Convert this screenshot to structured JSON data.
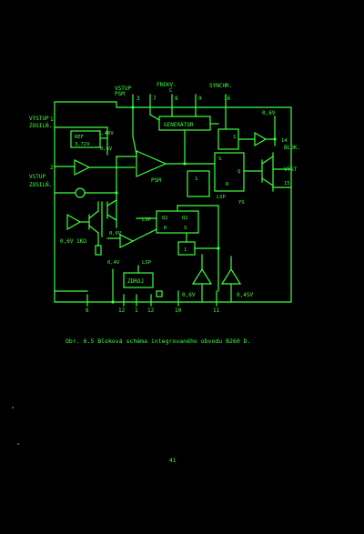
{
  "labels": {
    "vstup_psm": "VSTUP",
    "vstup_psm2": "PSM",
    "frekv": "FREKV.",
    "frekv_c": "C",
    "synchr": "SYNCHR.",
    "vystup_zos": "VÝSTUP",
    "vystup_zos2": "ZOSILŇ.",
    "vstup_zos": "VSTUP",
    "vstup_zos2": "ZOSILŇ.",
    "generator": "GENERÁTOR",
    "ref": "REF",
    "ref_val": "3,72V",
    "v148": "1,48V",
    "v06_top": "0,6V",
    "v06_right": "0,6V",
    "psm": "PSM",
    "blok": "BLOK.",
    "vyst": "VÝST",
    "v06_1kd": "0,6V 1KΩ",
    "v06_mid": "0,6V",
    "v04": "0,4V",
    "lsp1": "LSP",
    "lsp2": "LSP",
    "lsp3": "LSP",
    "q1": "Q1",
    "q2": "Q2",
    "r1": "R",
    "r2": "R",
    "s1": "S",
    "s2": "S",
    "q_ff": "Q",
    "zdroj": "ZDROJ",
    "v06_bot": "0,6V",
    "v045_bot": "0,45V",
    "ys": "YS",
    "one_a": "1",
    "one_b": "1",
    "one_c": "1",
    "pin3": "3",
    "pin7": "7",
    "pin8_top": "8",
    "pin9": "9",
    "pin16": "16",
    "pin1_left": "1",
    "pin2_left": "2",
    "pin14": "14",
    "pin15": "15",
    "pin6": "6",
    "pin12": "12",
    "pin1_bot": "1",
    "pin12b": "12",
    "pin10": "10",
    "pin11": "11"
  },
  "caption": "Obr. 6.5  Bloková schéma integrovaného obvodu B260 D.",
  "page_number": "41"
}
